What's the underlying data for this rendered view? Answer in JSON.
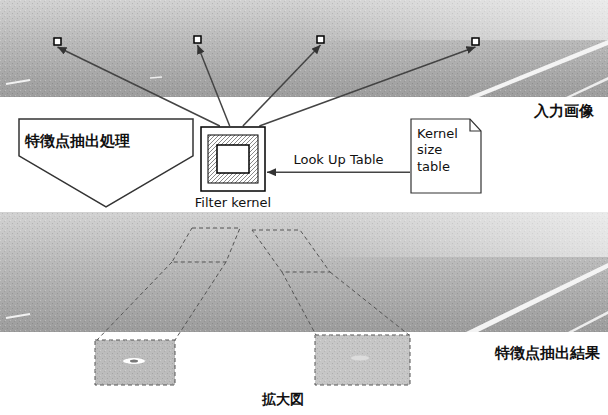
{
  "diagram": {
    "nodes": [
      {
        "text": [
          "入力画像"
        ]
      },
      {
        "text": [
          "特徴点抽出処理"
        ]
      },
      {
        "text": [
          "Filter kernel"
        ]
      },
      {
        "text": [
          "Kernel size table"
        ]
      },
      {
        "text": [
          "特徴点抽出結果"
        ]
      }
    ],
    "edges": [
      {
        "from": 3,
        "to": 2,
        "label": "Look Up Table",
        "arrow": "to"
      },
      {
        "from": 2,
        "to": 0,
        "arrow": "to"
      },
      {
        "from": 2,
        "to": 0,
        "arrow": "to"
      },
      {
        "from": 2,
        "to": 0,
        "arrow": "to"
      },
      {
        "from": 2,
        "to": 0,
        "arrow": "to"
      }
    ],
    "labels": [
      "拡大図"
    ]
  }
}
